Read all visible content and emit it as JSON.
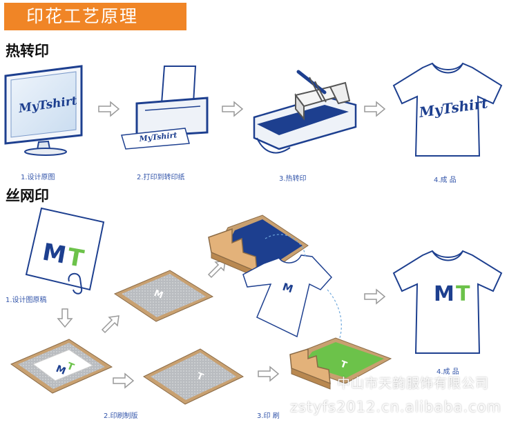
{
  "banner": {
    "title": "印花工艺原理"
  },
  "heat_transfer": {
    "title": "热转印",
    "logo_text": "MyTshirt",
    "steps": [
      {
        "label": "1.设计原图"
      },
      {
        "label": "2.打印到转印纸"
      },
      {
        "label": "3.热转印"
      },
      {
        "label": "4.成 品"
      }
    ]
  },
  "screen_print": {
    "title": "丝网印",
    "letters": {
      "m": "M",
      "t": "T"
    },
    "steps": [
      {
        "label": "1.设计图原稿"
      },
      {
        "label": "2.印刷制版"
      },
      {
        "label": "3.印 刷"
      },
      {
        "label": "4.成 品"
      }
    ]
  },
  "colors": {
    "banner": "#f08526",
    "blue": "#1d3f8f",
    "green": "#6cc24a",
    "caption": "#3355aa",
    "frame": "#c8a070"
  },
  "watermarks": {
    "company": "中山市天韵服饰有限公司",
    "url": "zstyfs2012.cn.alibaba.com"
  }
}
